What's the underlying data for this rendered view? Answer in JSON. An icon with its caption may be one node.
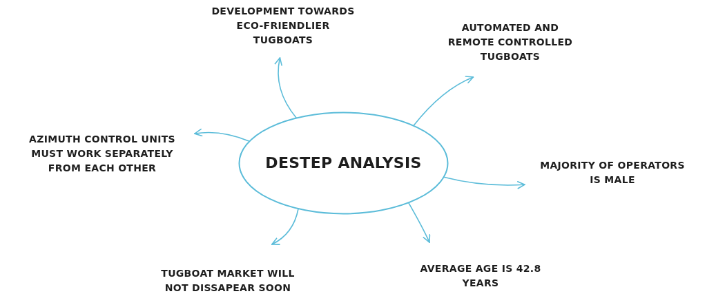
{
  "diagram": {
    "nodes": [
      {
        "text": [
          "DESTEP ANALYSIS"
        ]
      },
      {
        "text": [
          "DEVELOPMENT TOWARDS ECO-FRIENDLIER TUGBOATS"
        ]
      },
      {
        "text": [
          "AUTOMATED AND REMOTE CONTROLLED TUGBOATS"
        ]
      },
      {
        "text": [
          "AZIMUTH CONTROL UNITS MUST WORK SEPARATELY FROM EACH OTHER"
        ]
      },
      {
        "text": [
          "MAJORITY OF OPERATORS IS MALE"
        ]
      },
      {
        "text": [
          "TUGBOAT MARKET WILL NOT DISSAPEAR SOON"
        ]
      },
      {
        "text": [
          "AVERAGE AGE IS 42.8 YEARS"
        ]
      }
    ],
    "edges": [
      {
        "from": 0,
        "to": 1,
        "arrow": "to"
      },
      {
        "from": 0,
        "to": 2,
        "arrow": "to"
      },
      {
        "from": 0,
        "to": 3,
        "arrow": "to"
      },
      {
        "from": 0,
        "to": 4,
        "arrow": "to"
      },
      {
        "from": 0,
        "to": 5,
        "arrow": "to"
      },
      {
        "from": 0,
        "to": 6,
        "arrow": "to"
      }
    ]
  }
}
